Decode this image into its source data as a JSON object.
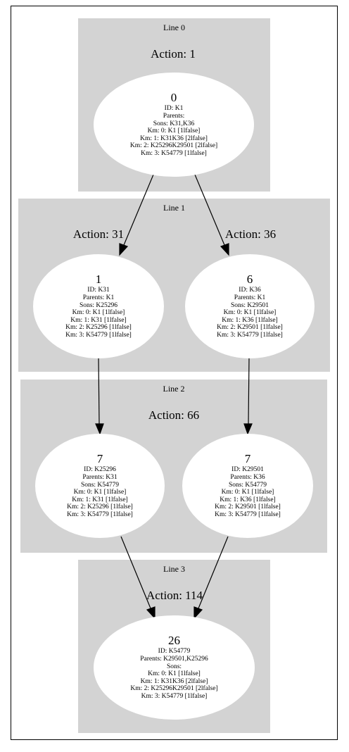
{
  "lines": [
    {
      "label": "Line 0"
    },
    {
      "label": "Line 1"
    },
    {
      "label": "Line 2"
    },
    {
      "label": "Line 3"
    }
  ],
  "actions": [
    {
      "label": "Action: 1"
    },
    {
      "label": "Action: 31"
    },
    {
      "label": "Action: 36"
    },
    {
      "label": "Action: 66"
    },
    {
      "label": "Action: 114"
    }
  ],
  "nodes": [
    {
      "number": "0",
      "id": "ID: K1",
      "parents": "Parents:",
      "sons": "Sons: K31,K36",
      "km": [
        "Km: 0: K1 [1lfalse]",
        "Km: 1: K31K36 [2lfalse]",
        "Km: 2: K25296K29501 [2lfalse]",
        "Km: 3: K54779 [1lfalse]"
      ]
    },
    {
      "number": "1",
      "id": "ID: K31",
      "parents": "Parents: K1",
      "sons": "Sons: K25296",
      "km": [
        "Km: 0: K1 [1lfalse]",
        "Km: 1: K31 [1lfalse]",
        "Km: 2: K25296 [1lfalse]",
        "Km: 3: K54779 [1lfalse]"
      ]
    },
    {
      "number": "6",
      "id": "ID: K36",
      "parents": "Parents: K1",
      "sons": "Sons: K29501",
      "km": [
        "Km: 0: K1 [1lfalse]",
        "Km: 1: K36 [1lfalse]",
        "Km: 2: K29501 [1lfalse]",
        "Km: 3: K54779 [1lfalse]"
      ]
    },
    {
      "number": "7",
      "id": "ID: K25296",
      "parents": "Parents: K31",
      "sons": "Sons: K54779",
      "km": [
        "Km: 0: K1 [1lfalse]",
        "Km: 1: K31 [1lfalse]",
        "Km: 2: K25296 [1lfalse]",
        "Km: 3: K54779 [1lfalse]"
      ]
    },
    {
      "number": "7",
      "id": "ID: K29501",
      "parents": "Parents: K36",
      "sons": "Sons: K54779",
      "km": [
        "Km: 0: K1 [1lfalse]",
        "Km: 1: K36 [1lfalse]",
        "Km: 2: K29501 [1lfalse]",
        "Km: 3: K54779 [1lfalse]"
      ]
    },
    {
      "number": "26",
      "id": "ID: K54779",
      "parents": "Parents: K29501,K25296",
      "sons": "Sons:",
      "km": [
        "Km: 0: K1 [1lfalse]",
        "Km: 1: K31K36 [2lfalse]",
        "Km: 2: K25296K29501 [2lfalse]",
        "Km: 3: K54779 [1lfalse]"
      ]
    }
  ],
  "edges": [
    {
      "from": "0",
      "to": "1"
    },
    {
      "from": "0",
      "to": "6"
    },
    {
      "from": "1",
      "to": "7"
    },
    {
      "from": "6",
      "to": "7"
    },
    {
      "from": "7",
      "to": "26"
    },
    {
      "from": "7",
      "to": "26"
    }
  ]
}
